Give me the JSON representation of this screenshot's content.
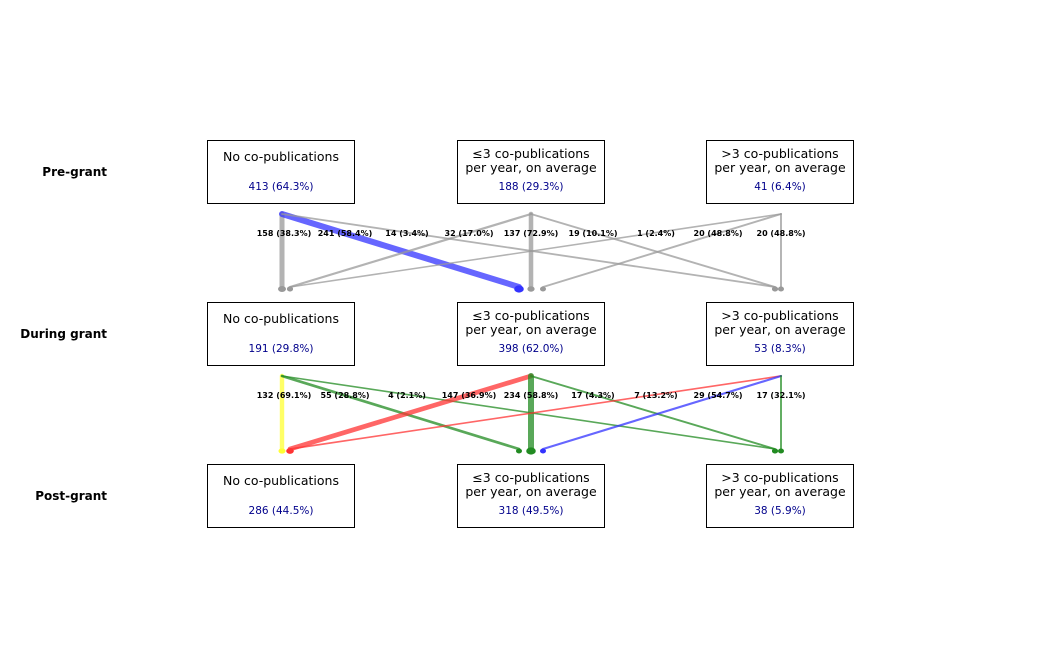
{
  "stages": [
    {
      "id": "pre",
      "label": "Pre-grant"
    },
    {
      "id": "during",
      "label": "During grant"
    },
    {
      "id": "post",
      "label": "Post-grant"
    }
  ],
  "categories": [
    "No co-publications",
    "≤3 co-publications\nper year, on average",
    ">3 co-publications\nper year, on average"
  ],
  "nodes": {
    "pre": [
      "413 (64.3%)",
      "188 (29.3%)",
      "41 (6.4%)"
    ],
    "during": [
      "191 (29.8%)",
      "398 (62.0%)",
      "53 (8.3%)"
    ],
    "post": [
      "286 (44.5%)",
      "318 (49.5%)",
      "38 (5.9%)"
    ]
  },
  "flows": {
    "pre_to_during": [
      {
        "from": 0,
        "to": 0,
        "value": 158,
        "label": "158 (38.3%)",
        "color": "#999999"
      },
      {
        "from": 0,
        "to": 1,
        "value": 241,
        "label": "241 (58.4%)",
        "color": "#3333ff"
      },
      {
        "from": 0,
        "to": 2,
        "value": 14,
        "label": "14 (3.4%)",
        "color": "#999999"
      },
      {
        "from": 1,
        "to": 0,
        "value": 32,
        "label": "32 (17.0%)",
        "color": "#999999"
      },
      {
        "from": 1,
        "to": 1,
        "value": 137,
        "label": "137 (72.9%)",
        "color": "#999999"
      },
      {
        "from": 1,
        "to": 2,
        "value": 19,
        "label": "19 (10.1%)",
        "color": "#999999"
      },
      {
        "from": 2,
        "to": 0,
        "value": 1,
        "label": "1 (2.4%)",
        "color": "#999999"
      },
      {
        "from": 2,
        "to": 1,
        "value": 20,
        "label": "20 (48.8%)",
        "color": "#999999"
      },
      {
        "from": 2,
        "to": 2,
        "value": 20,
        "label": "20 (48.8%)",
        "color": "#999999"
      }
    ],
    "during_to_post": [
      {
        "from": 0,
        "to": 0,
        "value": 132,
        "label": "132 (69.1%)",
        "color": "#ffff33"
      },
      {
        "from": 0,
        "to": 1,
        "value": 55,
        "label": "55 (28.8%)",
        "color": "#228b22"
      },
      {
        "from": 0,
        "to": 2,
        "value": 4,
        "label": "4 (2.1%)",
        "color": "#228b22"
      },
      {
        "from": 1,
        "to": 0,
        "value": 147,
        "label": "147 (36.9%)",
        "color": "#ff3333"
      },
      {
        "from": 1,
        "to": 1,
        "value": 234,
        "label": "234 (58.8%)",
        "color": "#228b22"
      },
      {
        "from": 1,
        "to": 2,
        "value": 17,
        "label": "17 (4.3%)",
        "color": "#228b22"
      },
      {
        "from": 2,
        "to": 0,
        "value": 7,
        "label": "7 (13.2%)",
        "color": "#ff3333"
      },
      {
        "from": 2,
        "to": 1,
        "value": 29,
        "label": "29 (54.7%)",
        "color": "#3333ff"
      },
      {
        "from": 2,
        "to": 2,
        "value": 17,
        "label": "17 (32.1%)",
        "color": "#228b22"
      }
    ]
  }
}
